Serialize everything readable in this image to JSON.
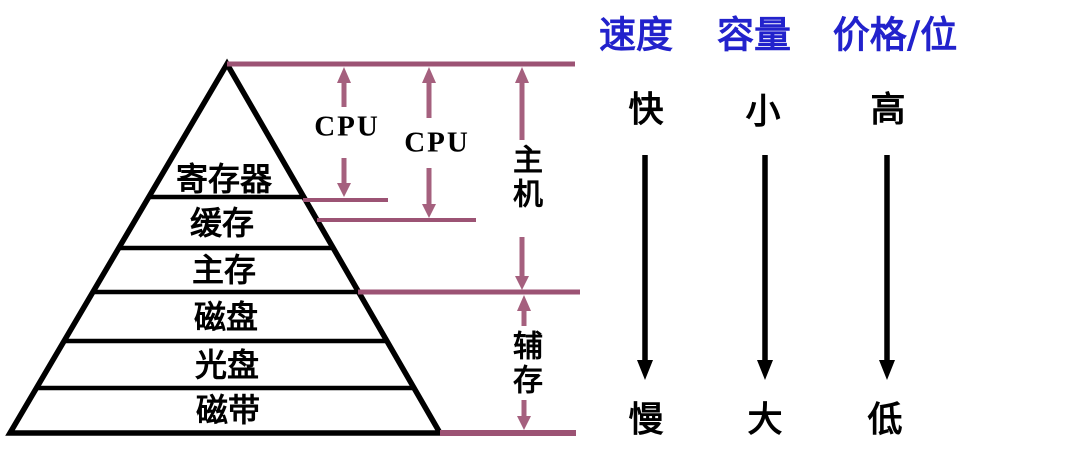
{
  "pyramid": {
    "levels": [
      {
        "label": "寄存器"
      },
      {
        "label": "缓存"
      },
      {
        "label": "主存"
      },
      {
        "label": "磁盘"
      },
      {
        "label": "光盘"
      },
      {
        "label": "磁带"
      }
    ]
  },
  "annotations": {
    "cpu_top": "CPU",
    "cpu_bottom": "CPU",
    "host": "主机",
    "auxiliary": "辅存"
  },
  "columns": {
    "headers": [
      "速度",
      "容量",
      "价格/位"
    ],
    "top_values": [
      "快",
      "小",
      "高"
    ],
    "bottom_values": [
      "慢",
      "大",
      "低"
    ]
  },
  "colors": {
    "accent_purple": "#9C5374",
    "arrow_purple": "#A5607E",
    "header_blue": "#2222CC",
    "ink": "#000000"
  }
}
